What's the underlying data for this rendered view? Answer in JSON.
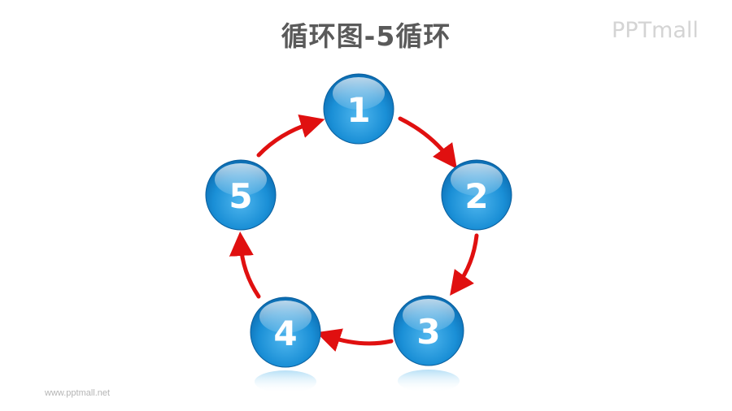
{
  "header": {
    "title": "循环图-5循环",
    "logo": "PPTmall"
  },
  "footer": {
    "url": "www.pptmall.net"
  },
  "diagram": {
    "type": "cycle",
    "colors": {
      "ball": "#1a8fd6",
      "ball_dark": "#0b6bb0",
      "ball_light": "#6cc3f2",
      "arrow": "#e01010",
      "label": "#ffffff"
    },
    "nodes": [
      {
        "label": "1"
      },
      {
        "label": "2"
      },
      {
        "label": "3"
      },
      {
        "label": "4"
      },
      {
        "label": "5"
      }
    ],
    "flow": [
      "1→2",
      "2→3",
      "3→4",
      "4→5",
      "5→1"
    ]
  }
}
